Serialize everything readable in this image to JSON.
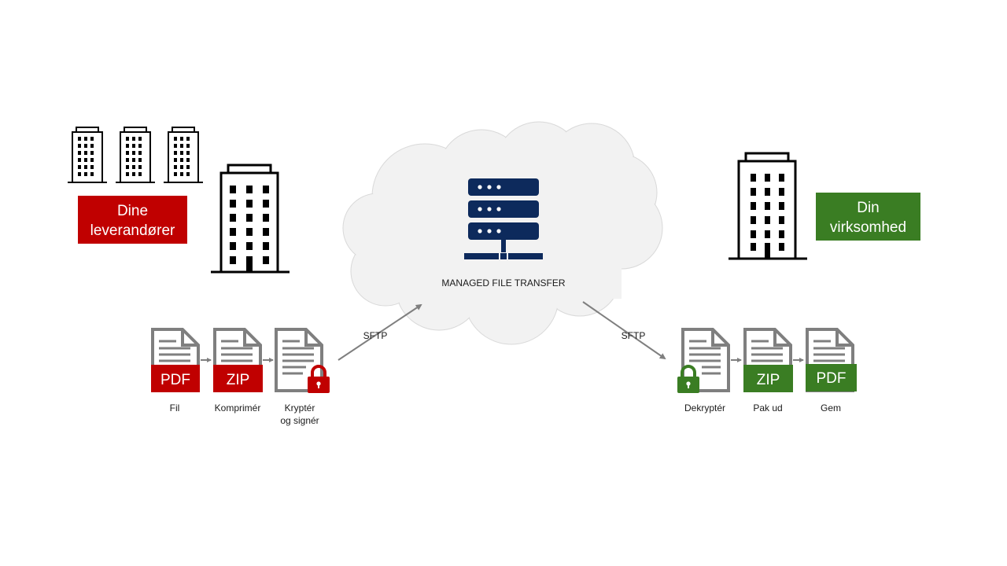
{
  "suppliers": {
    "label_line1": "Dine",
    "label_line2": "leverandører"
  },
  "company": {
    "label_line1": "Din",
    "label_line2": "virksomhed"
  },
  "cloud": {
    "label": "MANAGED FILE TRANSFER"
  },
  "sftp": {
    "left": "SFTP",
    "right": "SFTP"
  },
  "left_steps": {
    "fil": {
      "badge": "PDF",
      "label": "Fil"
    },
    "komprimer": {
      "badge": "ZIP",
      "label": "Komprimér"
    },
    "krypter": {
      "label_line1": "Kryptér",
      "label_line2": "og signér"
    }
  },
  "right_steps": {
    "dekrypter": {
      "label": "Dekryptér"
    },
    "pakud": {
      "badge": "ZIP",
      "label": "Pak ud"
    },
    "gem": {
      "badge": "PDF",
      "label": "Gem"
    }
  },
  "colors": {
    "supplier_red": "#c00000",
    "company_green": "#3a7d23",
    "server_navy": "#0d2a5c",
    "doc_gray": "#7f7f7f",
    "cloud_fill": "#f2f2f2"
  }
}
